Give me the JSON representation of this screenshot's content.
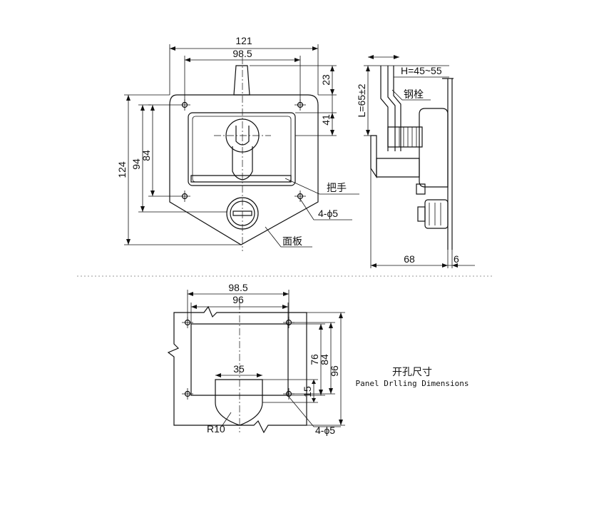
{
  "front_view": {
    "dim_overall_width": "121",
    "dim_hole_spacing": "98.5",
    "dim_handle_height": "23",
    "dim_window_height": "41",
    "dim_overall_height": "124",
    "dim_hole_vertical": "94",
    "dim_inner_height": "84",
    "label_handle": "把手",
    "label_holes": "4-ϕ5",
    "label_panel": "面板"
  },
  "side_view": {
    "dim_h_range": "H=45~55",
    "dim_l": "L=65±2",
    "label_bolt": "钢栓",
    "dim_depth": "68",
    "dim_thickness": "6"
  },
  "drilling_view": {
    "dim_hole_spacing": "98.5",
    "dim_inner_width": "96",
    "dim_76": "76",
    "dim_84": "84",
    "dim_96": "96",
    "dim_15": "15",
    "dim_35": "35",
    "label_radius": "R10",
    "label_holes": "4-ϕ5",
    "title_cn": "开孔尺寸",
    "title_en": "Panel Drlling Dimensions"
  }
}
